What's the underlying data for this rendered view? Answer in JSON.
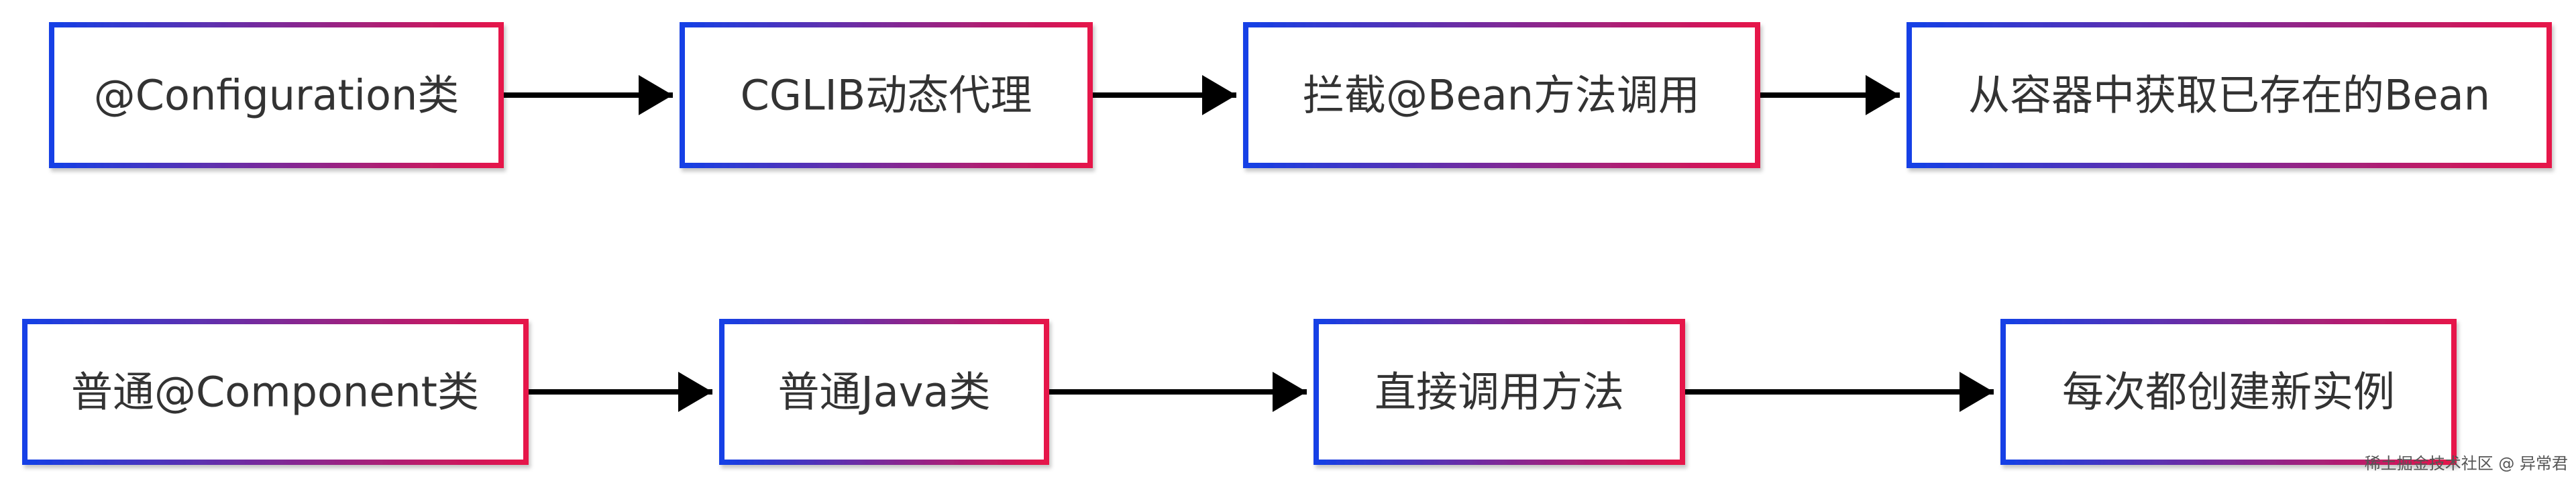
{
  "diagram": {
    "rows": [
      {
        "nodes": [
          {
            "label": "@Configuration类"
          },
          {
            "label": "CGLIB动态代理"
          },
          {
            "label": "拦截@Bean方法调用"
          },
          {
            "label": "从容器中获取已存在的Bean"
          }
        ]
      },
      {
        "nodes": [
          {
            "label": "普通@Component类"
          },
          {
            "label": "普通Java类"
          },
          {
            "label": "直接调用方法"
          },
          {
            "label": "每次都创建新实例"
          }
        ]
      }
    ],
    "node_border_gradient": [
      "#1440e6",
      "#e6134a"
    ],
    "arrow_color": "#000000"
  },
  "watermark": {
    "label": "稀土掘金技术社区 @ 异常君"
  }
}
